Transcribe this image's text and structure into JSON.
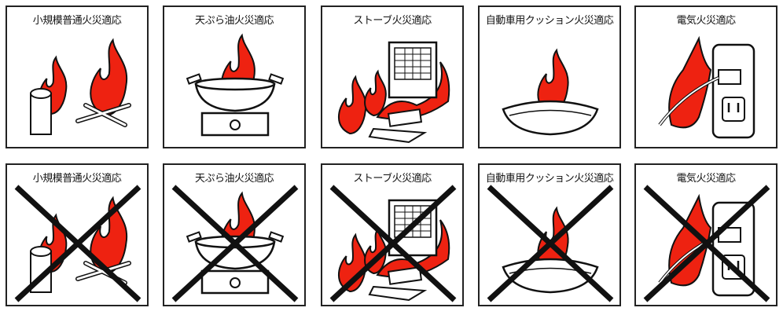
{
  "colors": {
    "flame": "#ee2211",
    "outline": "#111111",
    "cross": "#111111"
  },
  "rows": [
    {
      "status": "suitable",
      "items": [
        {
          "type": "ordinary",
          "label": "小規模普通火災適応"
        },
        {
          "type": "oil",
          "label": "天ぷら油火災適応"
        },
        {
          "type": "stove",
          "label": "ストーブ火災適応"
        },
        {
          "type": "cushion",
          "label": "自動車用クッション火災適応"
        },
        {
          "type": "electric",
          "label": "電気火災適応"
        }
      ]
    },
    {
      "status": "not-suitable",
      "items": [
        {
          "type": "ordinary",
          "label": "小規模普通火災適応"
        },
        {
          "type": "oil",
          "label": "天ぷら油火災適応"
        },
        {
          "type": "stove",
          "label": "ストーブ火災適応"
        },
        {
          "type": "cushion",
          "label": "自動車用クッション火災適応"
        },
        {
          "type": "electric",
          "label": "電気火災適応"
        }
      ]
    }
  ]
}
